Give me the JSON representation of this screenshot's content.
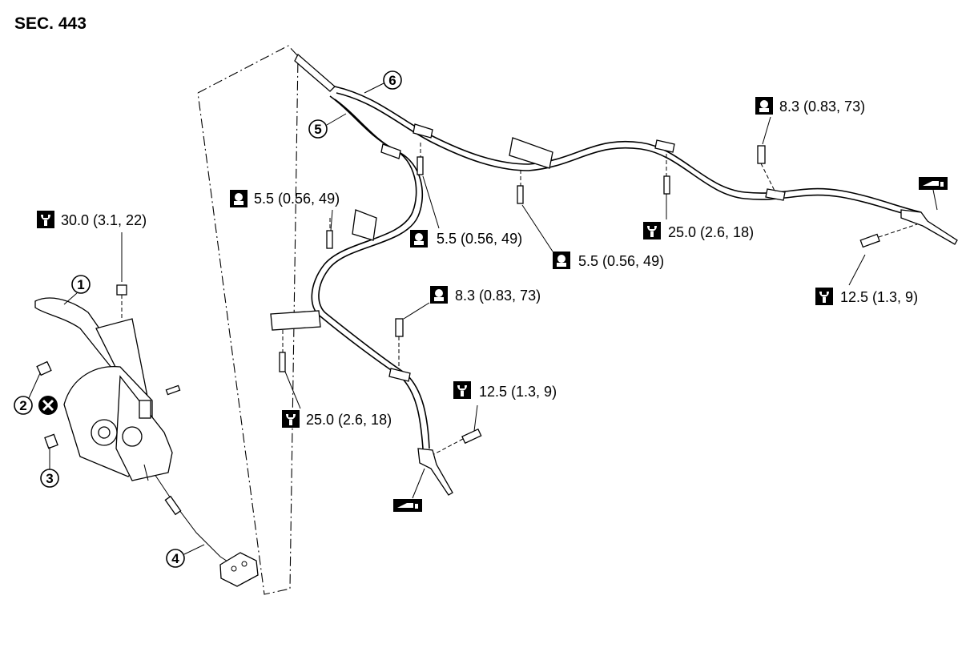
{
  "section_title": "SEC. 443",
  "callouts": [
    "1",
    "2",
    "3",
    "4",
    "5",
    "6"
  ],
  "torque_specs": [
    {
      "text": "30.0 (3.1, 22)",
      "icon": "torque-wrench-icon"
    },
    {
      "text": "5.5 (0.56, 49)",
      "icon": "torque-wrench-hand-icon"
    },
    {
      "text": "5.5 (0.56, 49)",
      "icon": "torque-wrench-hand-icon"
    },
    {
      "text": "5.5 (0.56, 49)",
      "icon": "torque-wrench-hand-icon"
    },
    {
      "text": "8.3 (0.83, 73)",
      "icon": "torque-wrench-hand-icon"
    },
    {
      "text": "8.3 (0.83, 73)",
      "icon": "torque-wrench-hand-icon"
    },
    {
      "text": "25.0 (2.6, 18)",
      "icon": "torque-wrench-icon"
    },
    {
      "text": "25.0 (2.6, 18)",
      "icon": "torque-wrench-icon"
    },
    {
      "text": "12.5 (1.3, 9)",
      "icon": "torque-wrench-icon"
    },
    {
      "text": "12.5 (1.3, 9)",
      "icon": "torque-wrench-icon"
    }
  ],
  "symbols": {
    "do_not_reuse": "do-not-reuse-icon",
    "brake_connection": "brake-connection-icon"
  }
}
